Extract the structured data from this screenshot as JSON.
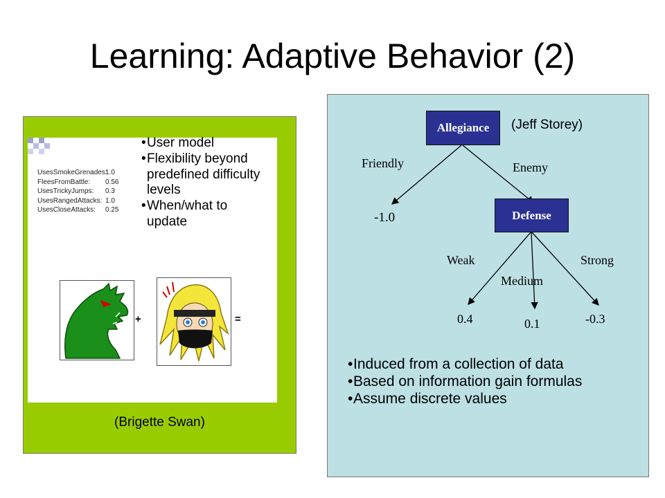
{
  "slide": {
    "title": "Learning: Adaptive Behavior (2)"
  },
  "left_panel": {
    "caption": "(Brigette Swan)",
    "stats": [
      {
        "label": "UsesSmokeGrenades:",
        "value": "1.0"
      },
      {
        "label": "FleesFromBattle:",
        "value": "0.56"
      },
      {
        "label": "UsesTrickyJumps:",
        "value": "0.3"
      },
      {
        "label": "UsesRangedAttacks:",
        "value": "1.0"
      },
      {
        "label": "UsesCloseAttacks:",
        "value": "0.25"
      }
    ],
    "plus_symbol": "+",
    "equals_symbol": "=",
    "bullets": [
      "User model",
      "Flexibility beyond predefined difficulty levels",
      "When/what to update"
    ]
  },
  "right_panel": {
    "credit": "(Jeff Storey)",
    "tree": {
      "root": "Allegiance",
      "child": "Defense",
      "edge_labels": {
        "friendly": "Friendly",
        "enemy": "Enemy",
        "weak": "Weak",
        "medium": "Medium",
        "strong": "Strong"
      },
      "leaves": {
        "friendly": "-1.0",
        "weak": "0.4",
        "medium": "0.1",
        "strong": "-0.3"
      }
    },
    "bullets": [
      "Induced from a collection of data",
      "Based on information gain formulas",
      "Assume discrete values"
    ]
  },
  "colors": {
    "left_panel_bg": "#99cc00",
    "right_panel_bg": "#bde0e4",
    "node_fill": "#2a3192",
    "monster_green": "#1a8f1a"
  }
}
